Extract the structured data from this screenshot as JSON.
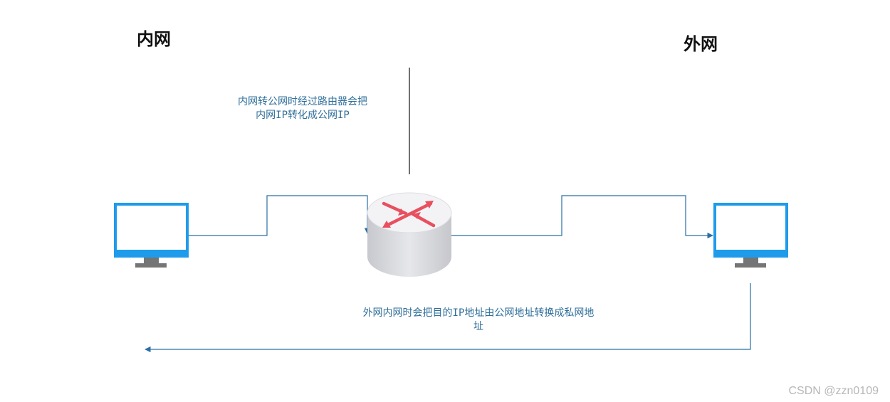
{
  "labels": {
    "intranet": "内网",
    "internet": "外网"
  },
  "notes": {
    "outbound_line1": "内网转公网时经过路由器会把",
    "outbound_line2": "内网IP转化成公网IP",
    "inbound_line1": "外网内网时会把目的IP地址由公网地址转换成私网地",
    "inbound_line2": "址"
  },
  "watermark": "CSDN @zzn0109",
  "colors": {
    "monitor_frame": "#1e9bea",
    "monitor_stand": "#757575",
    "connector_line": "#2a6fa5",
    "note_text": "#2e6e99",
    "router_arrow": "#e8505f",
    "router_body": "#d7d8dd"
  },
  "icons": {
    "left_computer": "monitor-icon",
    "router": "router-icon",
    "right_computer": "monitor-icon"
  }
}
